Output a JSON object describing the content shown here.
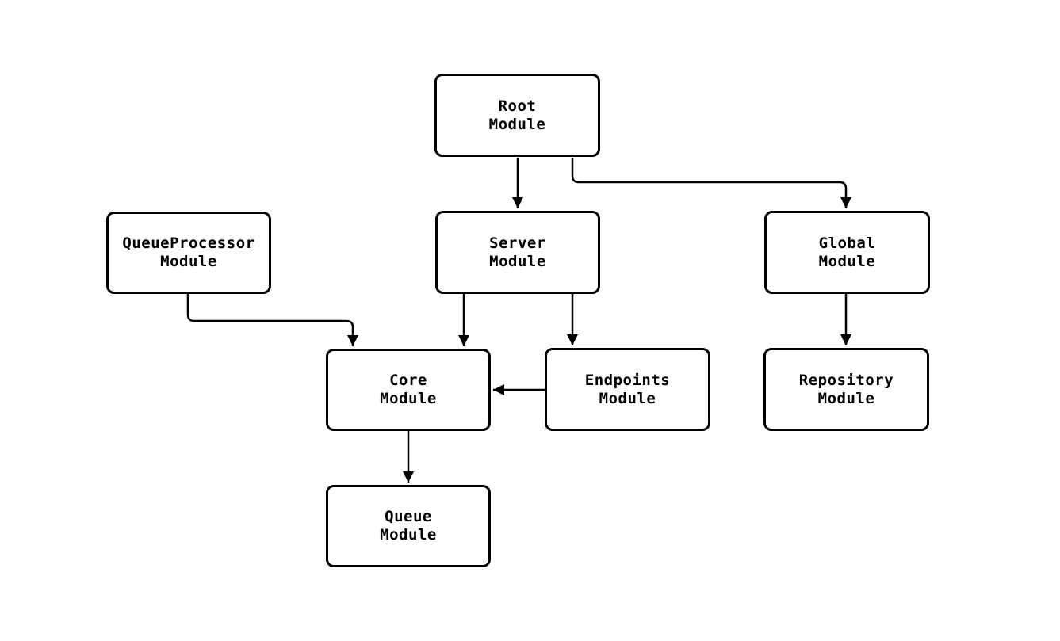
{
  "diagram": {
    "background_color": "#ffffff",
    "line_color": "#000000",
    "text_color": "#000000",
    "node_fill": "#ffffff",
    "nodes": [
      {
        "id": "root",
        "label": "Root\nModule"
      },
      {
        "id": "queueprocessor",
        "label": "QueueProcessor\nModule"
      },
      {
        "id": "server",
        "label": "Server\nModule"
      },
      {
        "id": "global",
        "label": "Global\nModule"
      },
      {
        "id": "core",
        "label": "Core\nModule"
      },
      {
        "id": "endpoints",
        "label": "Endpoints\nModule"
      },
      {
        "id": "repository",
        "label": "Repository\nModule"
      },
      {
        "id": "queue",
        "label": "Queue\nModule"
      }
    ],
    "edges": [
      {
        "from": "Root Module",
        "to": "Server Module"
      },
      {
        "from": "Root Module",
        "to": "Global Module"
      },
      {
        "from": "QueueProcessor Module",
        "to": "Core Module"
      },
      {
        "from": "Server Module",
        "to": "Core Module"
      },
      {
        "from": "Server Module",
        "to": "Endpoints Module"
      },
      {
        "from": "Endpoints Module",
        "to": "Core Module"
      },
      {
        "from": "Global Module",
        "to": "Repository Module"
      },
      {
        "from": "Core Module",
        "to": "Queue Module"
      }
    ]
  }
}
